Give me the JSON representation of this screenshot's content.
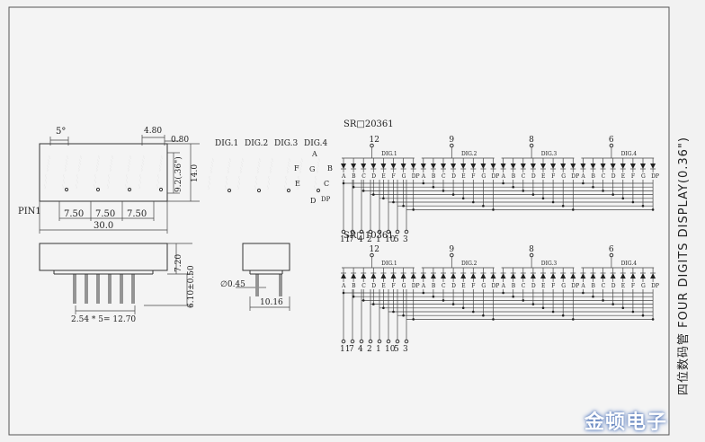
{
  "title": "四位数码管 FOUR DIGITS DISPLAY(0.36\")",
  "watermark": "金顿电子",
  "front_view": {
    "angle": "5°",
    "dim_width_top": "4.80",
    "dim_gap": "0.80",
    "dim_digit_h": "9.2(.36\")",
    "dim_height": "14.0",
    "pin_label": "PIN1",
    "pitch_1": "7.50",
    "pitch_2": "7.50",
    "pitch_3": "7.50",
    "total_width": "30.0"
  },
  "segment_view": {
    "digits": [
      "DIG.1",
      "DIG.2",
      "DIG.3",
      "DIG.4"
    ],
    "seg_labels": {
      "a": "A",
      "b": "B",
      "c": "C",
      "d": "D",
      "e": "E",
      "f": "F",
      "g": "G",
      "dp": "DP"
    }
  },
  "side_view": {
    "dim_body": "7.20",
    "dim_pin": "6.10±0.50",
    "pin_pitch": "2.54 * 5= 12.70"
  },
  "end_view": {
    "pin_dia": "∅0.45",
    "width": "10.16"
  },
  "schematic_cc": {
    "model": "SR□20361",
    "common_pins": [
      "12",
      "9",
      "8",
      "6"
    ],
    "digits": [
      "DIG.1",
      "DIG.2",
      "DIG.3",
      "DIG.4"
    ],
    "segs": [
      "A",
      "B",
      "C",
      "D",
      "E",
      "F",
      "G",
      "DP"
    ],
    "bottom_pins": [
      "11",
      "7",
      "4",
      "2",
      "1",
      "10",
      "5",
      "3"
    ]
  },
  "schematic_ca": {
    "model": "SR□10361",
    "common_pins": [
      "12",
      "9",
      "8",
      "6"
    ],
    "digits": [
      "DIG.1",
      "DIG.2",
      "DIG.3",
      "DIG.4"
    ],
    "segs": [
      "A",
      "B",
      "C",
      "D",
      "E",
      "F",
      "G",
      "DP"
    ],
    "bottom_pins": [
      "11",
      "7",
      "4",
      "2",
      "1",
      "10",
      "5",
      "3"
    ]
  }
}
